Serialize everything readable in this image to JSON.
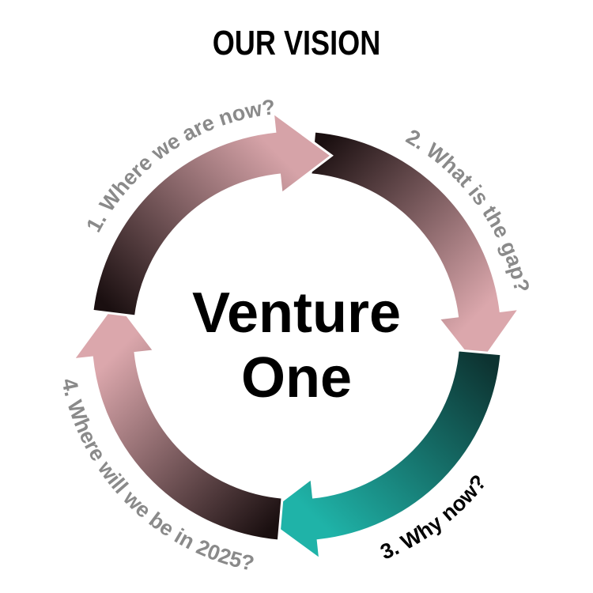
{
  "title": "OUR VISION",
  "center": {
    "line1": "Venture",
    "line2": "One"
  },
  "steps": [
    {
      "label": "1. Where we are now?",
      "label_color": "#8a8a8a",
      "color_start": "#1a0f10",
      "color_end": "#d6a3a8"
    },
    {
      "label": "2. What is the gap?",
      "label_color": "#8a8a8a",
      "color_start": "#1a0f10",
      "color_end": "#dba7ac"
    },
    {
      "label": "3. Why now?",
      "label_color": "#000000",
      "color_start": "#0d3331",
      "color_end": "#1fb3a8"
    },
    {
      "label": "4. Where will we be in 2025?",
      "label_color": "#8a8a8a",
      "color_start": "#1a0f10",
      "color_end": "#dba7ac"
    }
  ]
}
